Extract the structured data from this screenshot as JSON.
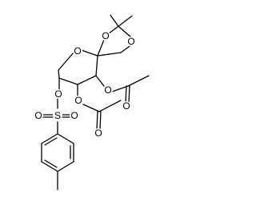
{
  "molecule": {
    "atoms": {
      "ring_oxygen": "O",
      "dioxolane_o_top": "O",
      "dioxolane_o_right": "O",
      "ester_o_upper": "O",
      "carbonyl_o_upper": "O",
      "ester_o_lower": "O",
      "carbonyl_o_lower": "O",
      "sulfonate_o": "O",
      "sulfur": "S",
      "sulfonyl_o_left": "O",
      "sulfonyl_o_right": "O"
    }
  }
}
